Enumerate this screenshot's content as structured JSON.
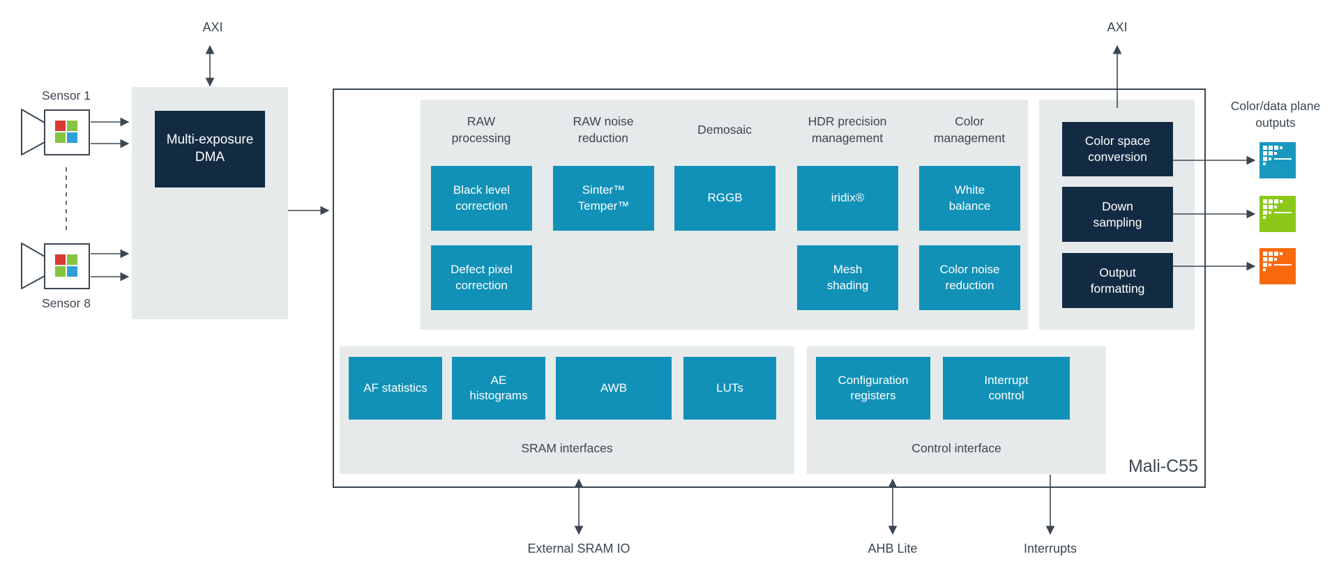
{
  "colors": {
    "teal": "#1191B8",
    "navy": "#132B42",
    "panel_gray": "#E6EAEA",
    "line_text": "#3B4651",
    "plane_blue": "#1898BE",
    "plane_green": "#8CC81A",
    "plane_orange": "#F8690F",
    "sensor_red": "#D93A31",
    "sensor_green": "#85C440",
    "sensor_blue": "#2E9FD6"
  },
  "left": {
    "axi_label": "AXI",
    "sensor_top_label": "Sensor 1",
    "sensor_bottom_label": "Sensor 8",
    "dma_box": "Multi-exposure DMA"
  },
  "pipeline": {
    "columns": [
      {
        "header": "RAW processing",
        "boxes": [
          "Black level correction",
          "Defect pixel correction"
        ]
      },
      {
        "header": "RAW noise reduction",
        "boxes": [
          "Sinter™ Temper™"
        ]
      },
      {
        "header": "Demosaic",
        "boxes": [
          "RGGB"
        ]
      },
      {
        "header": "HDR precision management",
        "boxes": [
          "iridix®",
          "Mesh shading"
        ]
      },
      {
        "header": "Color management",
        "boxes": [
          "White balance",
          "Color noise reduction"
        ]
      }
    ]
  },
  "output_stage": {
    "axi_label": "AXI",
    "boxes": [
      "Color space conversion",
      "Down sampling",
      "Output formatting"
    ],
    "outputs_title": "Color/data plane outputs",
    "icons": [
      {
        "name": "color-plane-blue",
        "color": "#1898BE"
      },
      {
        "name": "color-plane-green",
        "color": "#8CC81A"
      },
      {
        "name": "color-plane-orange",
        "color": "#F8690F"
      }
    ]
  },
  "sram": {
    "label": "SRAM interfaces",
    "boxes": [
      "AF statistics",
      "AE histograms",
      "AWB",
      "LUTs"
    ]
  },
  "control": {
    "label": "Control interface",
    "boxes": [
      "Configuration registers",
      "Interrupt control"
    ]
  },
  "chip_label": "Mali-C55",
  "bottom_ports": [
    {
      "label": "External SRAM IO"
    },
    {
      "label": "AHB Lite"
    },
    {
      "label": "Interrupts"
    }
  ]
}
